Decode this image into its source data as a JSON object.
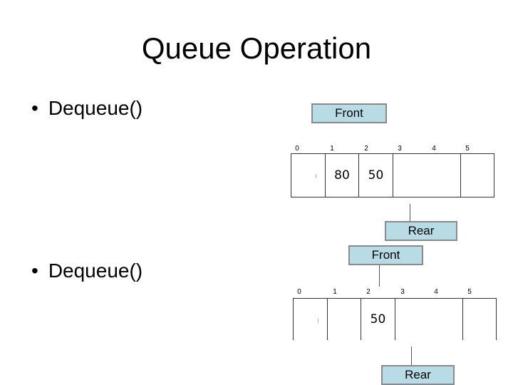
{
  "slide": {
    "title": "Queue Operation"
  },
  "bullets": [
    {
      "marker": "•",
      "text": "Dequeue()"
    },
    {
      "marker": "•",
      "text": "Dequeue()"
    }
  ],
  "diagrams": [
    {
      "front_label": "Front",
      "rear_label": "Rear",
      "indices": [
        "0",
        "1",
        "2",
        "3",
        "4",
        "5"
      ],
      "cells": [
        "",
        "80",
        "50",
        "",
        "",
        ""
      ]
    },
    {
      "front_label": "Front",
      "rear_label": "Rear",
      "indices": [
        "0",
        "1",
        "2",
        "3",
        "4",
        "5"
      ],
      "cells": [
        "",
        "",
        "50",
        "",
        "",
        ""
      ]
    }
  ],
  "colors": {
    "pointer_fill": "#b8dce6",
    "pointer_border": "#8a8a8a"
  }
}
